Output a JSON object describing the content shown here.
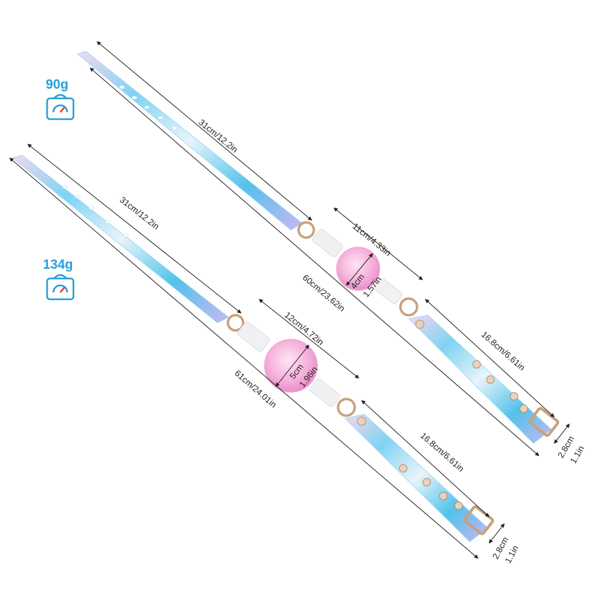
{
  "colors": {
    "weight_blue": "#2a9fd6",
    "strap_blue": "#5ec8ee",
    "strap_pink": "#f2c9e8",
    "ball_pink": "#f7b9de",
    "hardware_gold": "#d9b48c"
  },
  "products": [
    {
      "weight": "90g",
      "weight_icon": "scale-icon",
      "labels": {
        "strap_top": "31cm/12.2in",
        "ball_span": "11cm/4.33in",
        "ball_diameter_cm": "4cm",
        "ball_diameter_in": "1.57in",
        "total_length": "60cm/23.62in",
        "strap_bottom": "16.8cm/6.61in",
        "width_cm": "2.8cm",
        "width_in": "1.1in"
      }
    },
    {
      "weight": "134g",
      "weight_icon": "scale-icon",
      "labels": {
        "strap_top": "31cm/12.2in",
        "ball_span": "12cm/4.72in",
        "ball_diameter_cm": "5cm",
        "ball_diameter_in": "1.96in",
        "total_length": "61cm/24.01in",
        "strap_bottom": "16.8cm/6.61in",
        "width_cm": "2.8cm",
        "width_in": "1.1in"
      }
    }
  ]
}
